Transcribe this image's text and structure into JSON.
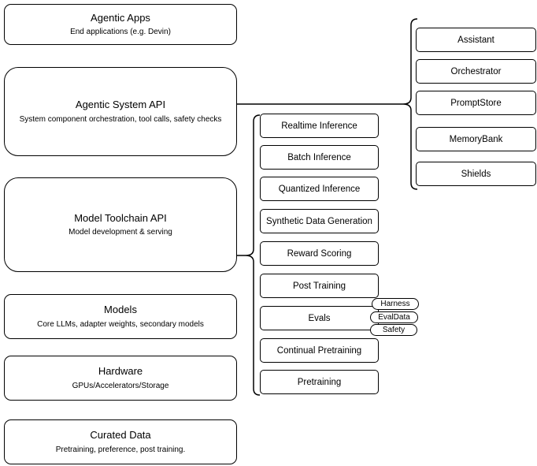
{
  "diagram": {
    "left_stack": [
      {
        "title": "Agentic Apps",
        "subtitle": "End applications (e.g. Devin)"
      },
      {
        "title": "Agentic System API",
        "subtitle": "System component orchestration, tool calls, safety checks"
      },
      {
        "title": "Model Toolchain API",
        "subtitle": "Model development & serving"
      },
      {
        "title": "Models",
        "subtitle": "Core LLMs, adapter weights, secondary models"
      },
      {
        "title": "Hardware",
        "subtitle": "GPUs/Accelerators/Storage"
      },
      {
        "title": "Curated Data",
        "subtitle": "Pretraining, preference, post training."
      }
    ],
    "toolchain_items": [
      "Realtime Inference",
      "Batch Inference",
      "Quantized Inference",
      "Synthetic Data Generation",
      "Reward Scoring",
      "Post Training",
      "Evals",
      "Continual Pretraining",
      "Pretraining"
    ],
    "eval_tags": [
      "Harness",
      "EvalData",
      "Safety"
    ],
    "system_components": [
      "Assistant",
      "Orchestrator",
      "PromptStore",
      "MemoryBank",
      "Shields"
    ],
    "colors": {
      "border": "#000000",
      "fill": "#ffffff",
      "background": "#ffffff"
    }
  }
}
